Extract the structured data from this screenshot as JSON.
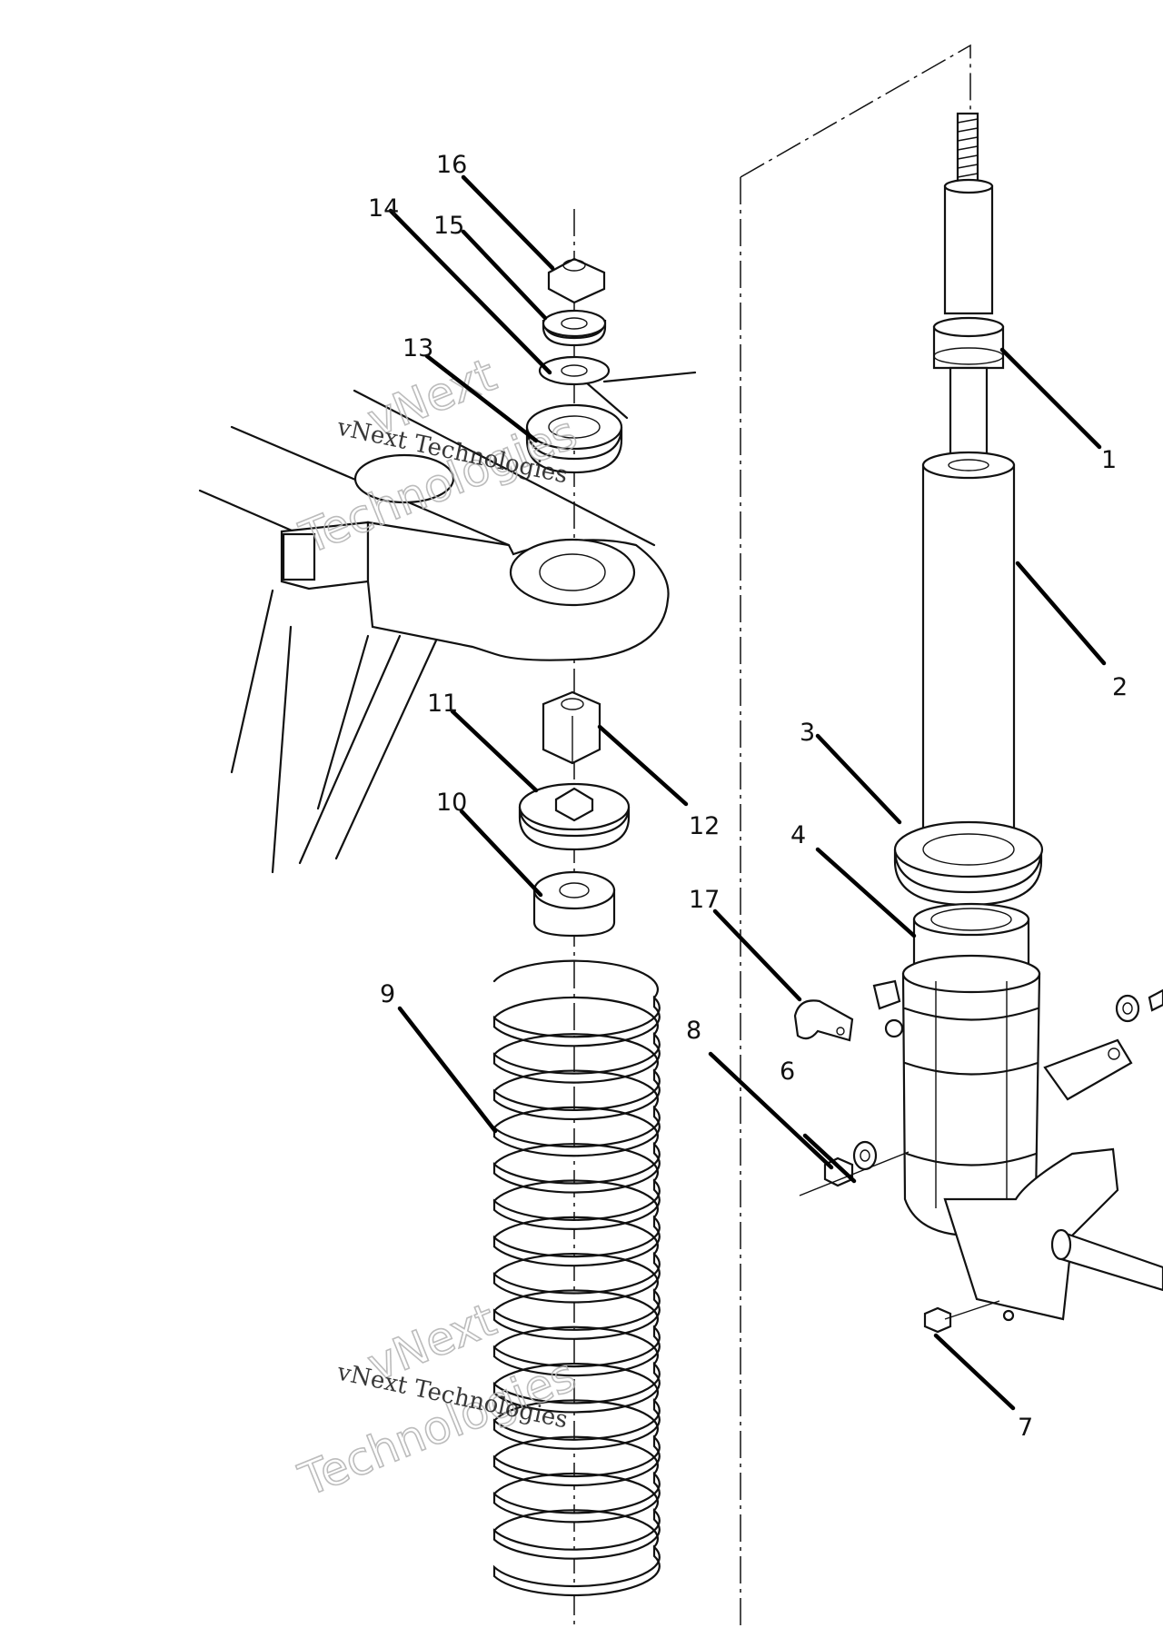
{
  "diagram": {
    "callouts": [
      {
        "id": "1",
        "label": "1"
      },
      {
        "id": "2",
        "label": "2"
      },
      {
        "id": "3",
        "label": "3"
      },
      {
        "id": "4",
        "label": "4"
      },
      {
        "id": "6a",
        "label": "6"
      },
      {
        "id": "7",
        "label": "7"
      },
      {
        "id": "8",
        "label": "8"
      },
      {
        "id": "9",
        "label": "9"
      },
      {
        "id": "10",
        "label": "10"
      },
      {
        "id": "11",
        "label": "11"
      },
      {
        "id": "12",
        "label": "12"
      },
      {
        "id": "13",
        "label": "13"
      },
      {
        "id": "14",
        "label": "14"
      },
      {
        "id": "15",
        "label": "15"
      },
      {
        "id": "16",
        "label": "16"
      },
      {
        "id": "17",
        "label": "17"
      }
    ]
  },
  "watermark": {
    "line_small": "vNext Technologies",
    "word_top": "vNext",
    "word_bottom": "Technologies"
  }
}
